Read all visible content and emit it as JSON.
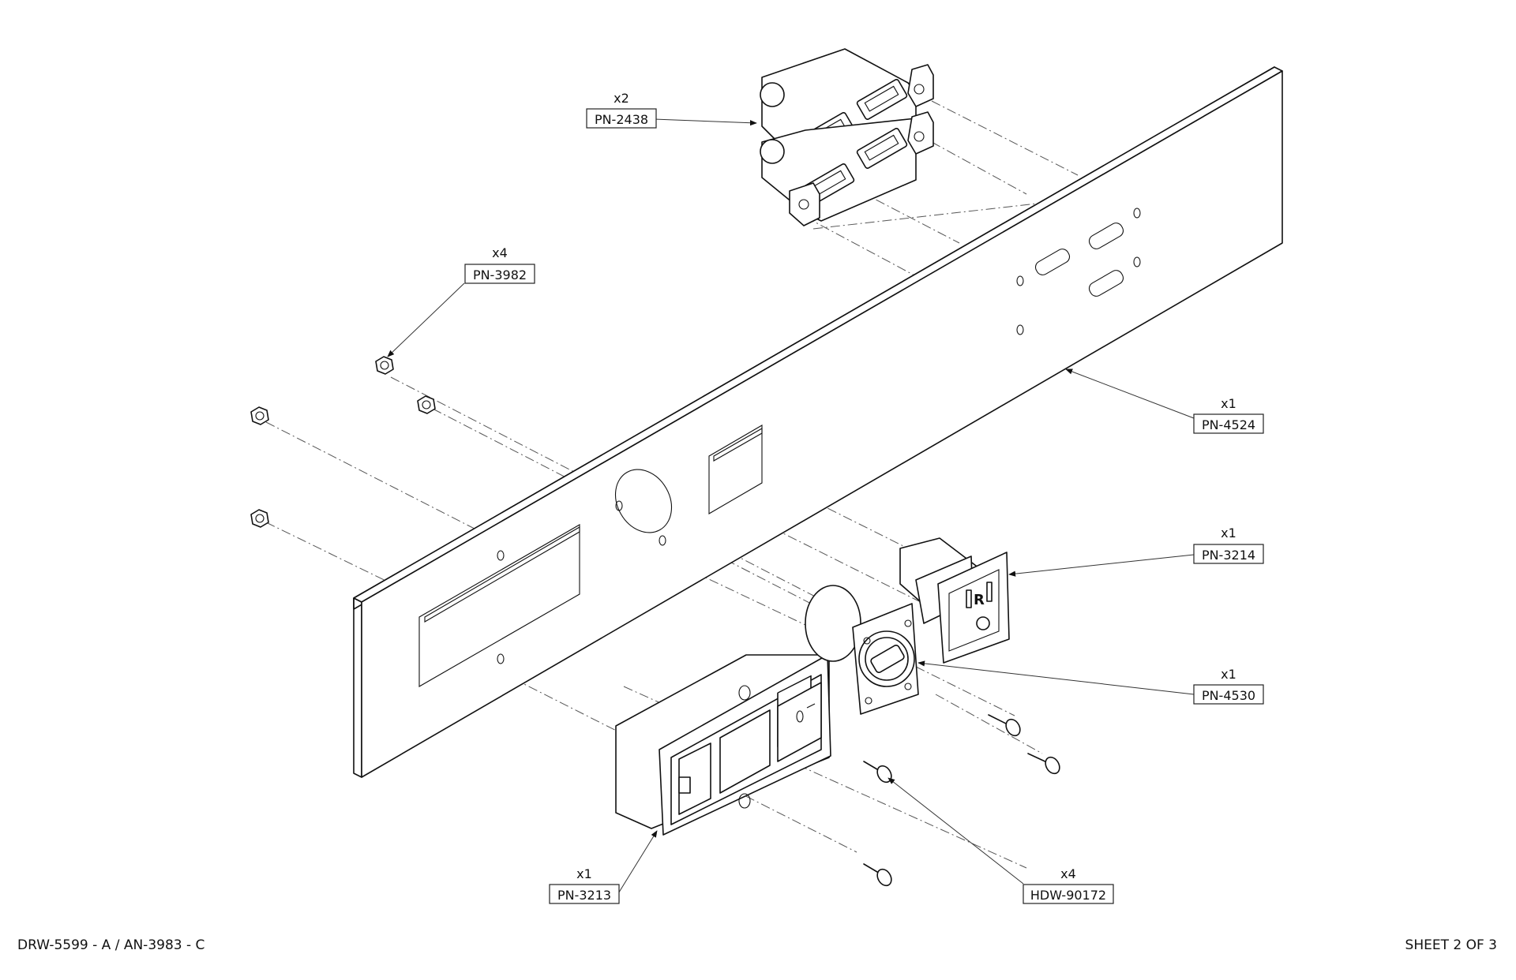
{
  "drawing_id": "DRW-5599 - A / AN-3983 - C",
  "sheet": "SHEET 2 OF 3",
  "callouts": {
    "pn2438": {
      "qty": "x2",
      "part": "PN-2438"
    },
    "pn3982": {
      "qty": "x4",
      "part": "PN-3982"
    },
    "pn4524": {
      "qty": "x1",
      "part": "PN-4524"
    },
    "pn3214": {
      "qty": "x1",
      "part": "PN-3214"
    },
    "pn4530": {
      "qty": "x1",
      "part": "PN-4530"
    },
    "pn3213": {
      "qty": "x1",
      "part": "PN-3213"
    },
    "hdw90172": {
      "qty": "x4",
      "part": "HDW-90172"
    }
  }
}
